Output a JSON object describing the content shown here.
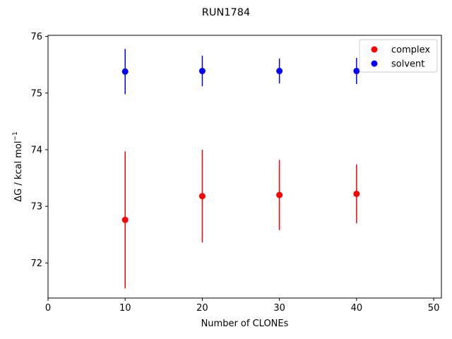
{
  "chart_data": {
    "type": "scatter",
    "title": "RUN1784",
    "xlabel": "Number of CLONEs",
    "ylabel_main": "ΔG / kcal mol",
    "ylabel_sup": "−1",
    "xlim": [
      0,
      51
    ],
    "ylim": [
      71.38,
      76.02
    ],
    "xticks": [
      0,
      10,
      20,
      30,
      40,
      50
    ],
    "yticks": [
      72,
      73,
      74,
      75,
      76
    ],
    "grid": false,
    "legend_position": "top-right",
    "series": [
      {
        "name": "complex",
        "color": "#ff0000",
        "points": [
          {
            "x": 10,
            "y": 72.76,
            "yerr": 1.21
          },
          {
            "x": 20,
            "y": 73.18,
            "yerr": 0.82
          },
          {
            "x": 30,
            "y": 73.2,
            "yerr": 0.62
          },
          {
            "x": 40,
            "y": 73.22,
            "yerr": 0.52
          }
        ]
      },
      {
        "name": "solvent",
        "color": "#0000ff",
        "points": [
          {
            "x": 10,
            "y": 75.38,
            "yerr": 0.4
          },
          {
            "x": 20,
            "y": 75.39,
            "yerr": 0.27
          },
          {
            "x": 30,
            "y": 75.39,
            "yerr": 0.22
          },
          {
            "x": 40,
            "y": 75.39,
            "yerr": 0.23
          }
        ]
      }
    ]
  }
}
